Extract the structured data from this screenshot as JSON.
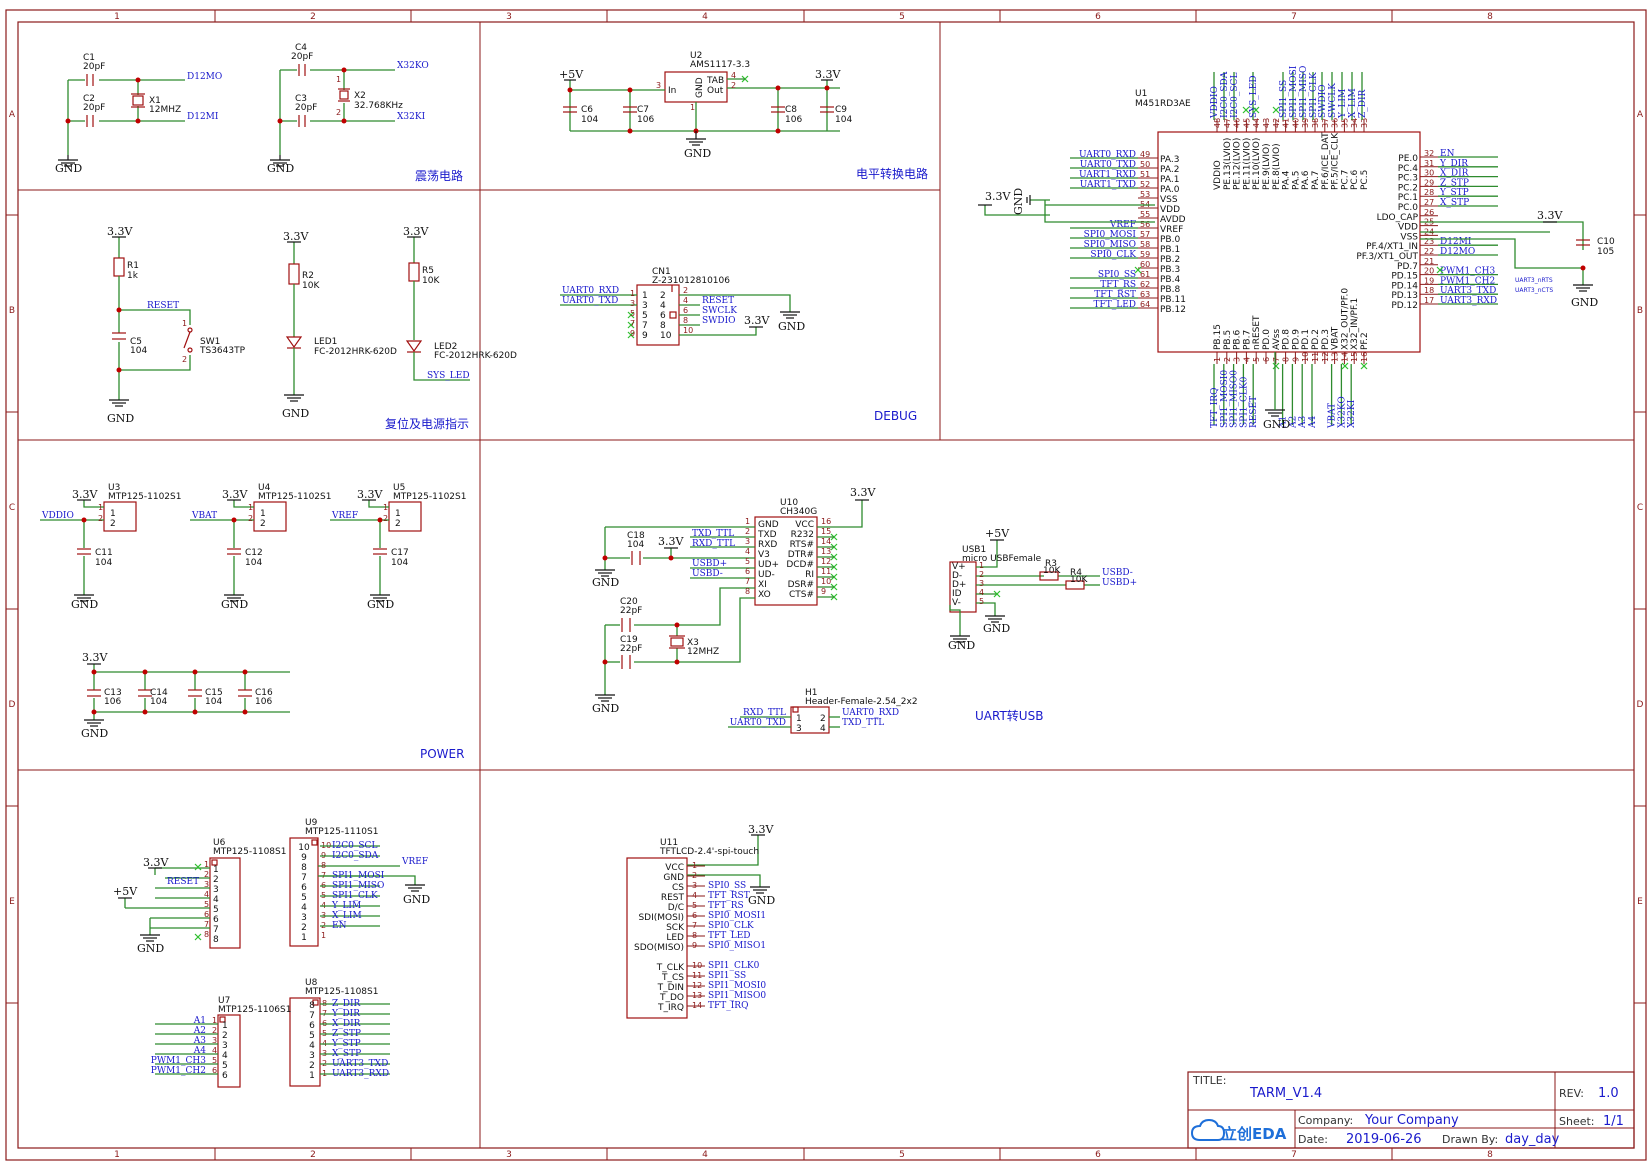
{
  "border": {
    "cols": [
      "1",
      "2",
      "3",
      "4",
      "5",
      "6",
      "7",
      "8"
    ],
    "rows": [
      "A",
      "B",
      "C",
      "D",
      "E"
    ]
  },
  "sections": {
    "osc": "震荡电路",
    "ldo": "电平转换电路",
    "reset": "复位及电源指示",
    "debug": "DEBUG",
    "power": "POWER",
    "uart": "UART转USB"
  },
  "power": {
    "v33": "3.3V",
    "v5": "+5V",
    "gnd": "GND"
  },
  "osc": {
    "c1": {
      "ref": "C1",
      "val": "20pF"
    },
    "c2": {
      "ref": "C2",
      "val": "20pF"
    },
    "x1": {
      "ref": "X1",
      "val": "12MHZ"
    },
    "c4": {
      "ref": "C4",
      "val": "20pF"
    },
    "c3": {
      "ref": "C3",
      "val": "20pF"
    },
    "x2": {
      "ref": "X2",
      "val": "32.768KHz"
    },
    "nets": {
      "d12mo": "D12MO",
      "d12mi": "D12MI",
      "x32ko": "X32KO",
      "x32ki": "X32KI"
    },
    "pin1": "1",
    "pin2": "2"
  },
  "ldo": {
    "u2": {
      "ref": "U2",
      "val": "AMS1117-3.3"
    },
    "pins": {
      "in": "In",
      "out": "Out",
      "tab": "TAB",
      "gnd": "GND",
      "p3": "3",
      "p2": "2",
      "p4": "4",
      "p1": "1"
    },
    "c6": {
      "ref": "C6",
      "val": "104"
    },
    "c7": {
      "ref": "C7",
      "val": "106"
    },
    "c8": {
      "ref": "C8",
      "val": "106"
    },
    "c9": {
      "ref": "C9",
      "val": "104"
    }
  },
  "reset": {
    "r1": {
      "ref": "R1",
      "val": "1k"
    },
    "c5": {
      "ref": "C5",
      "val": "104"
    },
    "sw1": {
      "ref": "SW1",
      "val": "TS3643TP"
    },
    "net_reset": "RESET",
    "r2": {
      "ref": "R2",
      "val": "10K"
    },
    "led1": {
      "ref": "LED1",
      "val": "FC-2012HRK-620D"
    },
    "r5": {
      "ref": "R5",
      "val": "10K"
    },
    "led2": {
      "ref": "LED2",
      "val": "FC-2012HRK-620D"
    },
    "net_sysled": "SYS_LED",
    "pin1": "1",
    "pin2": "2"
  },
  "debug": {
    "cn1": {
      "ref": "CN1",
      "val": "Z-231012810106"
    },
    "left_nets": [
      "UART0_RXD",
      "UART0_TXD"
    ],
    "left_pins": [
      "1",
      "3",
      "5",
      "7",
      "9"
    ],
    "right_pins": [
      "2",
      "4",
      "6",
      "8",
      "10"
    ],
    "right_nets": [
      "RESET",
      "SWCLK",
      "SWDIO"
    ]
  },
  "mcu": {
    "ref": "U1",
    "val": "M451RD3AE",
    "top_nets": [
      "VDDIO",
      "I2C0_SDA",
      "I2C0_SCL",
      "SYS_LED",
      "SPI1_SS",
      "SPI1_MOSI",
      "SPI1_MISO",
      "SPI1_CLK",
      "SWDIO",
      "SWCLK",
      "Y_LIM",
      "X_LIM",
      "Z_DIR"
    ],
    "top_pins": [
      "48",
      "47",
      "46",
      "45",
      "44",
      "43",
      "42",
      "41",
      "40",
      "39",
      "38",
      "37",
      "36",
      "35",
      "34",
      "33"
    ],
    "top_names": [
      "VDDIO",
      "PE.13(LVIO)",
      "PE.12(LVIO)",
      "PE.11(LVIO)",
      "PE.10(LVIO)",
      "PE.9(LVIO)",
      "PE.8(LVIO)",
      "PA.4",
      "PA.5",
      "PA.6",
      "PA.7",
      "PF.6/ICE_DAT",
      "PF.5/ICE_CLK",
      "PC.7",
      "PC.6",
      "PC.5"
    ],
    "left_pins": [
      "49",
      "50",
      "51",
      "52",
      "53",
      "54",
      "55",
      "56",
      "57",
      "58",
      "59",
      "60",
      "61",
      "62",
      "63",
      "64"
    ],
    "left_names": [
      "PA.3",
      "PA.2",
      "PA.1",
      "PA.0",
      "VSS",
      "VDD",
      "AVDD",
      "VREF",
      "PB.0",
      "PB.1",
      "PB.2",
      "PB.3",
      "PB.4",
      "PB.8",
      "PB.11",
      "PB.12"
    ],
    "left_nets": [
      "UART0_RXD",
      "UART0_TXD",
      "UART1_RXD",
      "UART1_TXD",
      "",
      "",
      "",
      "VREF",
      "SPI0_MOSI",
      "SPI0_MISO",
      "SPI0_CLK",
      "",
      "SPI0_SS",
      "TFT_RS",
      "TFT_RST",
      "TFT_LED"
    ],
    "right_pins": [
      "32",
      "31",
      "30",
      "29",
      "28",
      "27",
      "26",
      "25",
      "24",
      "23",
      "22",
      "21",
      "20",
      "19",
      "18",
      "17"
    ],
    "right_names": [
      "PE.0",
      "PC.4",
      "PC.3",
      "PC.2",
      "PC.1",
      "PC.0",
      "LDO_CAP",
      "VDD",
      "VSS",
      "PF.4/XT1_IN",
      "PF.3/XT1_OUT",
      "PD.7",
      "PD.15",
      "PD.14",
      "PD.13",
      "PD.12"
    ],
    "right_nets": [
      "EN",
      "Y_DIR",
      "X_DIR",
      "Z_STP",
      "Y_STP",
      "X_STP",
      "",
      "",
      "",
      "D12MI",
      "D12MO",
      "",
      "PWM1_CH3",
      "PWM1_CH2",
      "UART3_TXD",
      "UART3_RXD"
    ],
    "right_small": [
      "UART3_nRTS",
      "UART3_nCTS"
    ],
    "bottom_pins": [
      "1",
      "2",
      "3",
      "4",
      "5",
      "6",
      "7",
      "8",
      "9",
      "10",
      "11",
      "12",
      "13",
      "14",
      "15",
      "16"
    ],
    "bottom_names": [
      "PB.15",
      "PB.5",
      "PB.6",
      "PB.7",
      "nRESET",
      "PD.0",
      "AVss",
      "PD.8",
      "PD.9",
      "PD.1",
      "PD.2",
      "PD.3",
      "VBAT",
      "X32_OUT/PF.0",
      "X32_IN/PF.1",
      "PF.2"
    ],
    "bottom_nets": [
      "TFT_IRQ",
      "SPI1_MOSI0",
      "SPI1_MISO0",
      "SPI1_CLK0",
      "RESET",
      "",
      "",
      "A1",
      "A2",
      "A3",
      "A4",
      "",
      "VBAT",
      "X32KO",
      "X32KI",
      ""
    ],
    "c10": {
      "ref": "C10",
      "val": "105"
    }
  },
  "pwr": {
    "u3": {
      "ref": "U3",
      "val": "MTP125-1102S1",
      "net": "VDDIO"
    },
    "u4": {
      "ref": "U4",
      "val": "MTP125-1102S1",
      "net": "VBAT"
    },
    "u5": {
      "ref": "U5",
      "val": "MTP125-1102S1",
      "net": "VREF"
    },
    "c11": {
      "ref": "C11",
      "val": "104"
    },
    "c12": {
      "ref": "C12",
      "val": "104"
    },
    "c17": {
      "ref": "C17",
      "val": "104"
    },
    "c13": {
      "ref": "C13",
      "val": "106"
    },
    "c14": {
      "ref": "C14",
      "val": "104"
    },
    "c15": {
      "ref": "C15",
      "val": "104"
    },
    "c16": {
      "ref": "C16",
      "val": "106"
    },
    "pin1": "1",
    "pin2": "2"
  },
  "ch340": {
    "u10": {
      "ref": "U10",
      "val": "CH340G"
    },
    "left_pins": [
      "1",
      "2",
      "3",
      "4",
      "5",
      "6",
      "7",
      "8"
    ],
    "left_names": [
      "GND",
      "TXD",
      "RXD",
      "V3",
      "UD+",
      "UD-",
      "XI",
      "XO"
    ],
    "left_nets": [
      "",
      "TXD_TTL",
      "RXD_TTL",
      "",
      "USBD+",
      "USBD-",
      "",
      ""
    ],
    "right_pins": [
      "16",
      "15",
      "14",
      "13",
      "12",
      "11",
      "10",
      "9"
    ],
    "right_names": [
      "VCC",
      "R232",
      "RTS#",
      "DTR#",
      "DCD#",
      "RI",
      "DSR#",
      "CTS#"
    ],
    "c18": {
      "ref": "C18",
      "val": "104"
    },
    "c20": {
      "ref": "C20",
      "val": "22pF"
    },
    "c19": {
      "ref": "C19",
      "val": "22pF"
    },
    "x3": {
      "ref": "X3",
      "val": "12MHZ"
    }
  },
  "usb": {
    "usb1": {
      "ref": "USB1",
      "val": "micro USBFemale"
    },
    "pin_names": [
      "V+",
      "D-",
      "D+",
      "ID",
      "V-"
    ],
    "pins": [
      "1",
      "2",
      "3",
      "4",
      "5"
    ],
    "r3": {
      "ref": "R3",
      "val": "10K"
    },
    "r4": {
      "ref": "R4",
      "val": "10K"
    },
    "nets": [
      "USBD-",
      "USBD+"
    ]
  },
  "h1": {
    "ref": "H1",
    "val": "Header-Female-2.54_2x2",
    "left_nets": [
      "RXD_TTL",
      "UART0_TXD"
    ],
    "left_pins": [
      "1",
      "3"
    ],
    "right_pins": [
      "2",
      "4"
    ],
    "right_nets": [
      "UART0_RXD",
      "TXD_TTL"
    ]
  },
  "u6": {
    "ref": "U6",
    "val": "MTP125-1108S1",
    "pins": [
      "1",
      "2",
      "3",
      "4",
      "5",
      "6",
      "7",
      "8"
    ],
    "net_reset": "RESET"
  },
  "u9": {
    "ref": "U9",
    "val": "MTP125-1110S1",
    "pins": [
      "10",
      "9",
      "8",
      "7",
      "6",
      "5",
      "4",
      "3",
      "2",
      "1"
    ],
    "nets": [
      "I2C0_SCL",
      "I2C0_SDA",
      "",
      "SPI1_MOSI",
      "SPI1_MISO",
      "SPI1_CLK",
      "Y_LIM",
      "X_LIM",
      "EN",
      ""
    ],
    "net_vref": "VREF"
  },
  "u7": {
    "ref": "U7",
    "val": "MTP125-1106S1",
    "pins": [
      "1",
      "2",
      "3",
      "4",
      "5",
      "6"
    ],
    "nets": [
      "A1",
      "A2",
      "A3",
      "A4",
      "PWM1_CH3",
      "PWM1_CH2"
    ]
  },
  "u8": {
    "ref": "U8",
    "val": "MTP125-1108S1",
    "pins": [
      "8",
      "7",
      "6",
      "5",
      "4",
      "3",
      "2",
      "1"
    ],
    "nets": [
      "Z_DIR",
      "Y_DIR",
      "X_DIR",
      "Z_STP",
      "Y_STP",
      "X_STP",
      "UART3_TXD",
      "UART3_RXD"
    ]
  },
  "u11": {
    "ref": "U11",
    "val": "TFTLCD-2.4'-spi-touch",
    "pins": [
      "1",
      "2",
      "3",
      "4",
      "5",
      "6",
      "7",
      "8",
      "9",
      "10",
      "11",
      "12",
      "13",
      "14"
    ],
    "names": [
      "VCC",
      "GND",
      "CS",
      "REST",
      "D/C",
      "SDI(MOSI)",
      "SCK",
      "LED",
      "SDO(MISO)",
      "T_CLK",
      "T_CS",
      "T_DIN",
      "T_DO",
      "T_IRQ"
    ],
    "nets": [
      "",
      "",
      "SPI0_SS",
      "TFT_RST",
      "TFT_RS",
      "SPI0_MOSI1",
      "SPI0_CLK",
      "TFT_LED",
      "SPI0_MISO1",
      "SPI1_CLK0",
      "SPI1_SS",
      "SPI1_MOSI0",
      "SPI1_MISO0",
      "TFT_IRQ"
    ]
  },
  "titleblock": {
    "title_label": "TITLE:",
    "title": "TARM_V1.4",
    "rev_label": "REV:",
    "rev": "1.0",
    "company_label": "Company:",
    "company": "Your Company",
    "sheet_label": "Sheet:",
    "sheet": "1/1",
    "date_label": "Date:",
    "date": "2019-06-26",
    "drawn_label": "Drawn By:",
    "drawn": "day_day",
    "logo": "立创EDA"
  }
}
